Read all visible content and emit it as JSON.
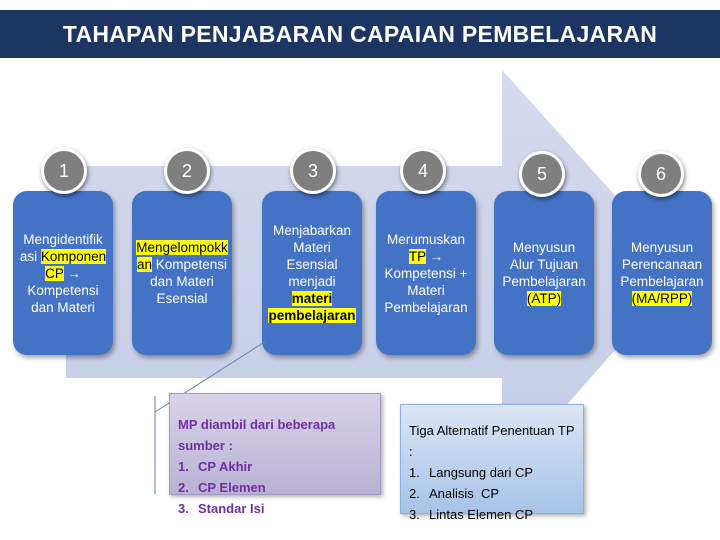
{
  "title": "TAHAPAN PENJABARAN CAPAIAN PEMBELAJARAN",
  "steps": [
    {
      "number": "1",
      "t1": "Mengidentifik",
      "t2a": "asi ",
      "t2b": "Komponen",
      "t3a": "CP",
      "t3b": " →",
      "t4": "Kompetensi",
      "t5": "dan Materi"
    },
    {
      "number": "2",
      "t1": "Mengelompokk",
      "t2a": "an",
      "t2b": " Kompetensi",
      "t3": "dan Materi",
      "t4": "Esensial"
    },
    {
      "number": "3",
      "t1": "Menjabarkan",
      "t2": "Materi",
      "t3": "Esensial",
      "t4": "menjadi",
      "t5": "materi",
      "t6": "pembelajaran"
    },
    {
      "number": "4",
      "t1": "Merumuskan",
      "t2a": "TP",
      "t2b": " →",
      "t3": "Kompetensi +",
      "t4": "Materi",
      "t5": "Pembelajaran"
    },
    {
      "number": "5",
      "t1": "Menyusun",
      "t2": "Alur Tujuan",
      "t3": "Pembelajaran",
      "t4": "(ATP)"
    },
    {
      "number": "6",
      "t1": "Menyusun",
      "t2": "Perencanaan",
      "t3": "Pembelajaran",
      "t4": "(MA/RPP)"
    }
  ],
  "sources_box": {
    "heading": "MP diambil dari beberapa sumber :",
    "items": [
      {
        "num": "1.",
        "text": "CP Akhir"
      },
      {
        "num": "2.",
        "text": "CP Elemen"
      },
      {
        "num": "3.",
        "text": "Standar Isi"
      }
    ]
  },
  "tp_box": {
    "heading": "Tiga Alternatif Penentuan TP :",
    "items": [
      {
        "num": "1.",
        "text": "Langsung dari CP"
      },
      {
        "num": "2.",
        "text": "Analisis  CP"
      },
      {
        "num": "3.",
        "text": "Lintas Elemen CP"
      }
    ]
  },
  "colors": {
    "title_bar": "#1d3563",
    "step_box": "#4472c4",
    "number_circle": "#7f7f7f",
    "highlight": "#ffff00",
    "arrow": "#c9d1ea",
    "sources_text": "#7030a0"
  }
}
